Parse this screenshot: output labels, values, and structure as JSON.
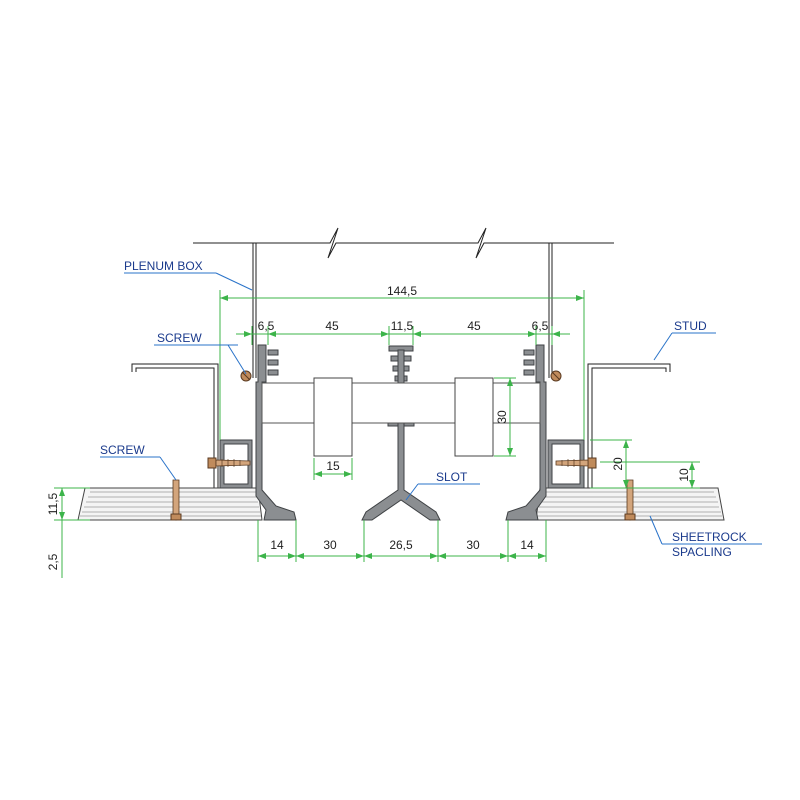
{
  "callouts": {
    "plenum_box": "PLENUM BOX",
    "screw_top": "SCREW",
    "screw_bottom": "SCREW",
    "stud": "STUD",
    "slot": "SLOT",
    "sheetrock": "SHEETROCK",
    "spacling": "SPACLING"
  },
  "dimensions": {
    "overall": "144,5",
    "top_left_edge": "6,5",
    "top_left_span": "45",
    "top_center": "11,5",
    "top_right_span": "45",
    "top_right_edge": "6,5",
    "bar_height": "30",
    "bar_width": "15",
    "right_height_a": "20",
    "right_height_b": "10",
    "left_height_a": "11,5",
    "left_height_b": "2,5",
    "bottom_left_edge": "14",
    "bottom_left_slot": "30",
    "bottom_center": "26,5",
    "bottom_right_slot": "30",
    "bottom_right_edge": "14"
  },
  "colors": {
    "dimension_lines": "#3cb44a",
    "callout_lines": "#2a73c9",
    "callout_text": "#1a3a8c",
    "profile_fill": "#8b8e91"
  }
}
